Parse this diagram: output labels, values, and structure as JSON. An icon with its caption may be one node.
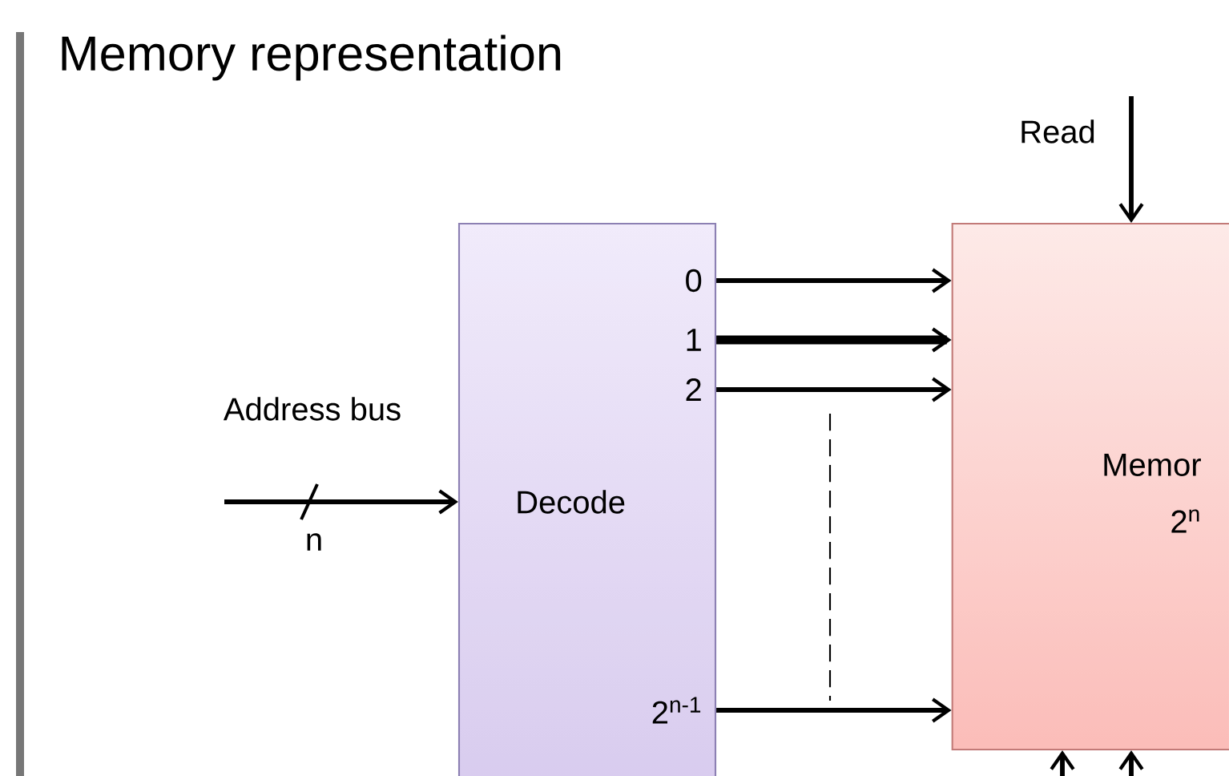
{
  "diagram": {
    "title": "Memory representation",
    "nodes": [
      {
        "text": [
          "0",
          "1",
          "2",
          "Decode",
          "2$^{n-1}$"
        ]
      },
      {
        "text": [
          "Memor",
          "2$^{n}$"
        ]
      }
    ],
    "edges": [
      {
        "from": null,
        "to": 0,
        "arrow": "to",
        "label": "n"
      },
      {
        "from": 0,
        "to": 1,
        "arrow": "to"
      },
      {
        "from": 0,
        "to": 1,
        "arrow": "to",
        "style": "thick"
      },
      {
        "from": 0,
        "to": 1,
        "arrow": "to"
      },
      {
        "from": 0,
        "to": 1,
        "arrow": "to"
      },
      {
        "from": null,
        "to": 1,
        "arrow": "to",
        "label": "Read"
      },
      {
        "from": null,
        "to": 1,
        "arrow": "to"
      },
      {
        "from": null,
        "to": 1,
        "arrow": "to"
      }
    ],
    "labels": [
      "Address bus"
    ]
  }
}
